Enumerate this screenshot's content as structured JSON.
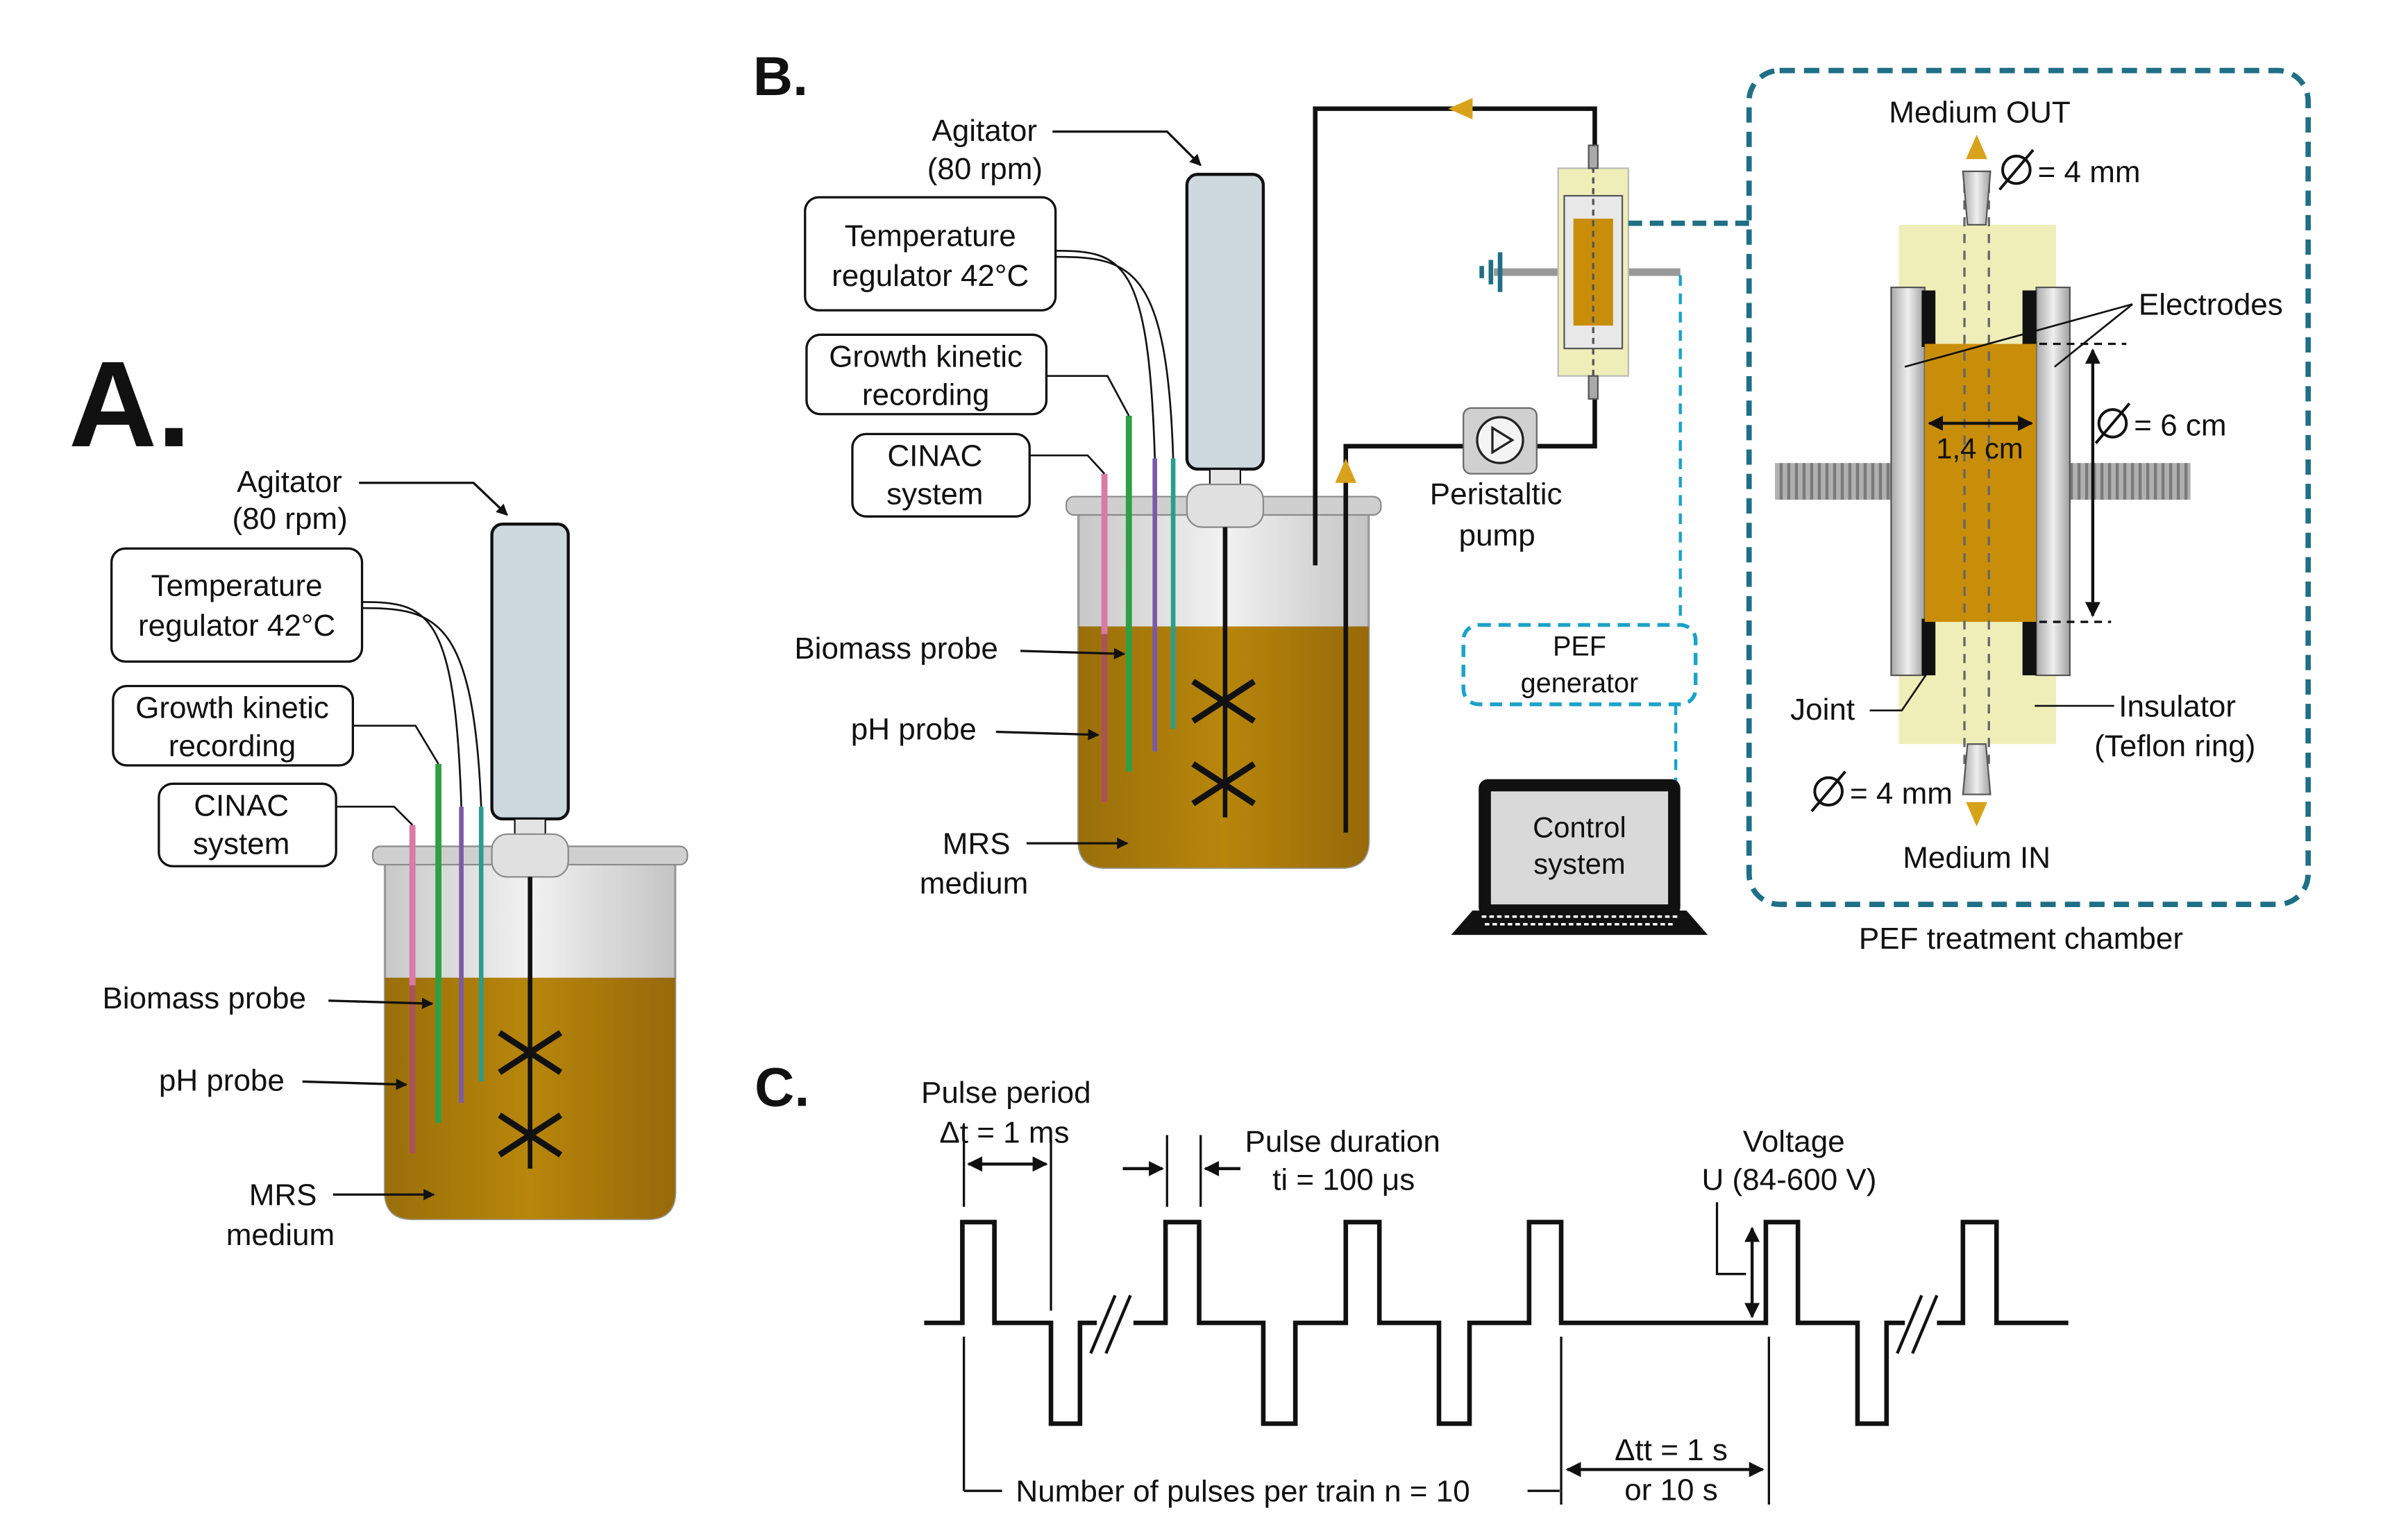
{
  "colors": {
    "medium": "#b8860b",
    "vessel_glass": "#d9d9d9",
    "agitator_body": "#cdd9df",
    "electrode_grey": "#bfbfbf",
    "teflon": "#f0eeb8",
    "chamber_frame": "#1f6f86",
    "pef_box": "#1aa3c8",
    "probe_pink": "#d97aa8",
    "probe_green": "#2ea043",
    "probe_purple": "#7a5aa8",
    "probe_teal": "#2a9d8f",
    "arrow_gold": "#d9a21b"
  },
  "panelA": {
    "label": "A.",
    "agitator": "Agitator",
    "agitator_speed": "(80 rpm)",
    "temp_line1": "Temperature",
    "temp_line2": "regulator 42°C",
    "growth_line1": "Growth kinetic",
    "growth_line2": "recording",
    "cinac_line1": "CINAC",
    "cinac_line2": "system",
    "biomass": "Biomass probe",
    "ph": "pH probe",
    "mrs_line1": "MRS",
    "mrs_line2": "medium"
  },
  "panelB": {
    "label": "B.",
    "agitator": "Agitator",
    "agitator_speed": "(80 rpm)",
    "temp_line1": "Temperature",
    "temp_line2": "regulator 42°C",
    "growth_line1": "Growth kinetic",
    "growth_line2": "recording",
    "cinac_line1": "CINAC",
    "cinac_line2": "system",
    "biomass": "Biomass probe",
    "ph": "pH probe",
    "mrs_line1": "MRS",
    "mrs_line2": "medium",
    "peristaltic_line1": "Peristaltic",
    "peristaltic_line2": "pump",
    "pef_line1": "PEF",
    "pef_line2": "generator",
    "control_line1": "Control",
    "control_line2": "system"
  },
  "chamber": {
    "medium_out": "Medium OUT",
    "medium_in": "Medium IN",
    "dia_out": "= 4 mm",
    "dia_in": "= 4 mm",
    "dia_chamber": "= 6 cm",
    "gap": "1,4 cm",
    "electrodes": "Electrodes",
    "joint": "Joint",
    "insulator_line1": "Insulator",
    "insulator_line2": "(Teflon ring)",
    "caption": "PEF treatment chamber"
  },
  "panelC": {
    "label": "C.",
    "period_line1": "Pulse period",
    "period_line2": "Δt = 1 ms",
    "duration_line1": "Pulse duration",
    "duration_line2": "ti = 100 μs",
    "voltage_line1": "Voltage",
    "voltage_line2": "U (84-600 V)",
    "pulses_per_train": "Number of pulses per train n = 10",
    "train_gap_line1": "Δtt = 1 s",
    "train_gap_line2": "or 10 s"
  }
}
